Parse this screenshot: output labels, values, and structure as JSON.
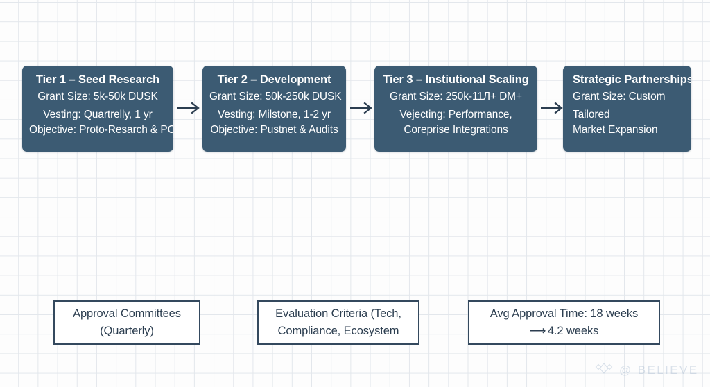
{
  "diagram": {
    "background": {
      "grid_color": "#e3e7ec",
      "page_color": "#fdfdfd"
    },
    "palette": {
      "tier_box_fill": "#3c5b73",
      "tier_box_text": "#ffffff",
      "info_box_border": "#34495e",
      "info_box_text": "#2c3e50",
      "arrow_color": "#2c3e50",
      "watermark_color": "#9fb4cc"
    },
    "tiers": [
      {
        "title": "Tier 1 – Seed Research",
        "lines": [
          "Grant Size: 5k-50k DUSK",
          "Vesting: Quartrelly, 1 yr",
          "Objective: Proto-Resarch & PC"
        ]
      },
      {
        "title": "Tier 2 – Development",
        "lines": [
          "Grant Size: 50k-250k DUSK",
          "Vesting: Milstone, 1-2 yr",
          "Objective: Pustnet & Audits"
        ]
      },
      {
        "title": "Tier 3 – Instiutional Scaling",
        "lines": [
          "Grant Size: 250k-11Л+ DM+",
          "Vejecting: Performance,",
          "Coreprise Integrations"
        ]
      },
      {
        "title": "Strategic Partnerships",
        "lines": [
          "Grant Size: Custom",
          "Tailored",
          "Market Expansion"
        ]
      }
    ],
    "connectors": [
      {
        "name": "arrow-tier1-to-tier2",
        "glyph": "right-arrow"
      },
      {
        "name": "arrow-tier2-to-tier3",
        "glyph": "right-arrow"
      },
      {
        "name": "arrow-tier3-to-partnerships",
        "glyph": "right-arrow"
      }
    ],
    "info_boxes": [
      {
        "line1": "Approval Committees",
        "line2": "(Quarterly)"
      },
      {
        "line1": "Evaluation Criteria (Tech,",
        "line2": "Compliance, Ecosystem"
      },
      {
        "line1": "Avg Approval Time: 18 weeks",
        "line2_arrow": "⟶",
        "line2": "4.2 weeks"
      }
    ],
    "watermark": {
      "handle": "@ BELIEVE"
    }
  }
}
